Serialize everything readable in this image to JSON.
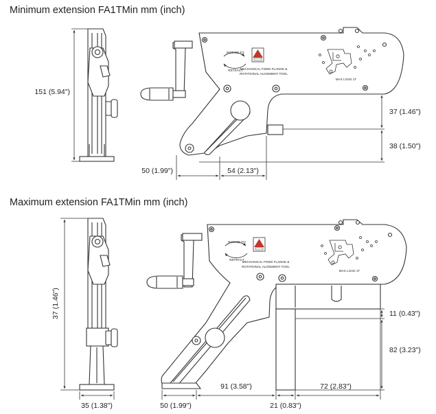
{
  "sections": [
    {
      "heading": "Minimum extension FA1TMin mm (inch)",
      "height_label": "151 (5.94\")",
      "dims": {
        "offset": "50 (1.99\")",
        "width": "54 (2.13\")",
        "upper_height": "37 (1.46\")",
        "lower_height": "38 (1.50\")"
      },
      "tool": {
        "line1": "MECHANICAL FIXED FLANGE &",
        "line2": "ROTATIONAL ALIGNMENT TOOL",
        "rotate_top": "ROTATE TO",
        "rotate_bottom": "RETRACT",
        "max_load": "MAX LOAD 1T"
      }
    },
    {
      "heading": "Maximum extension FA1TMin mm (inch)",
      "height_label": "37 (1.46\")",
      "dims": {
        "base": "35 (1.38\")",
        "offset": "50 (1.99\")",
        "reach": "91 (3.58\")",
        "gap": "21 (0.83\")",
        "width": "72 (2.83\")",
        "upper_height": "11 (0.43\")",
        "lower_height": "82 (3.23\")"
      },
      "tool": {
        "line1": "MECHANICAL FIXED FLANGE &",
        "line2": "ROTATIONAL ALIGNMENT TOOL",
        "rotate_top": "ROTATE TO",
        "rotate_bottom": "RETRACT",
        "max_load": "MAX LOAD 1T"
      }
    }
  ],
  "colors": {
    "line": "#333333",
    "fill": "#ffffff",
    "warning": "#c0392b"
  }
}
